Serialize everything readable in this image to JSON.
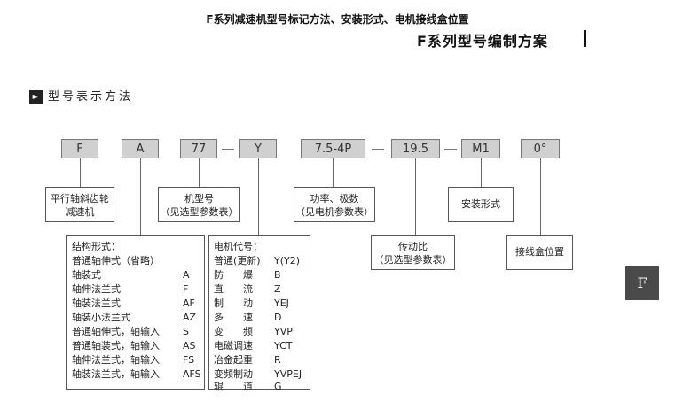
{
  "header": {
    "title": "F系列减速机型号标记方法、安装形式、电机接线盒位置",
    "subtitle": "F系列型号编制方案"
  },
  "section": {
    "arrow": "►",
    "title": "型号表示方法"
  },
  "codes": [
    "F",
    "A",
    "77",
    "Y",
    "7.5-4P",
    "19.5",
    "M1",
    "0°"
  ],
  "labels": {
    "product": [
      "平行轴斜齿轮",
      "减速机"
    ],
    "model": [
      "机型号",
      "（见选型参数表）"
    ],
    "power": [
      "功率、极数",
      "（见电机参数表）"
    ],
    "mounting": "安装形式",
    "ratio": [
      "传动比",
      "（见选型参数表）"
    ],
    "terminal": "接线盒位置"
  },
  "structure": {
    "title": "结构形式：",
    "rows": [
      {
        "name": "普通轴伸式（省略）",
        "code": ""
      },
      {
        "name": "轴装式",
        "code": "A"
      },
      {
        "name": "轴伸法兰式",
        "code": "F"
      },
      {
        "name": "轴装法兰式",
        "code": "AF"
      },
      {
        "name": "轴装小法兰式",
        "code": "AZ"
      },
      {
        "name": "普通轴伸式，轴输入",
        "code": "S"
      },
      {
        "name": "普通轴装式，轴输入",
        "code": "AS"
      },
      {
        "name": "轴伸法兰式，轴输入",
        "code": "FS"
      },
      {
        "name": "轴装法兰式，轴输入",
        "code": "AFS"
      }
    ]
  },
  "motor": {
    "title": "电机代号：",
    "rows": [
      {
        "name": "普通(更新)",
        "code": "Y(Y2)"
      },
      {
        "name": "防　　爆",
        "code": "B"
      },
      {
        "name": "直　　流",
        "code": "Z"
      },
      {
        "name": "制　　动",
        "code": "YEJ"
      },
      {
        "name": "多　　速",
        "code": "D"
      },
      {
        "name": "变　　频",
        "code": "YVP"
      },
      {
        "name": "电磁调速",
        "code": "YCT"
      },
      {
        "name": "冶金起重",
        "code": "R"
      },
      {
        "name": "变频制动",
        "code": "YVPEJ"
      },
      {
        "name": "辊　　道",
        "code": "G"
      }
    ]
  },
  "badge": "F"
}
